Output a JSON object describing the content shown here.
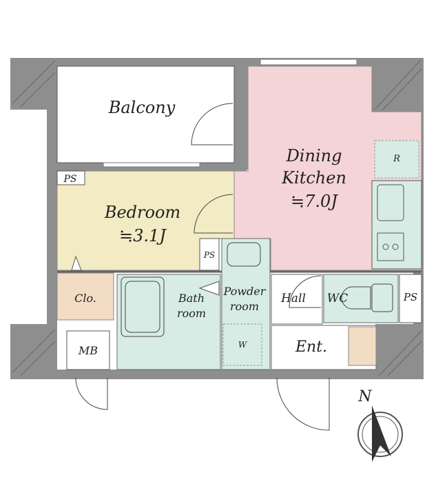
{
  "rooms": {
    "balcony": "Balcony",
    "dining_kitchen": {
      "name_line1": "Dining",
      "name_line2": "Kitchen",
      "size": "≒7.0J"
    },
    "bedroom": {
      "name": "Bedroom",
      "size": "≒3.1J"
    },
    "closet": "Clo.",
    "bath": {
      "line1": "Bath",
      "line2": "room"
    },
    "powder": {
      "line1": "Powder",
      "line2": "room"
    },
    "hall": "Hall",
    "wc": "WC",
    "entrance": "Ent.",
    "meter_box": "MB"
  },
  "fixtures": {
    "ps_bedroom": "PS",
    "ps_bath": "PS",
    "ps_wc": "PS",
    "refrigerator": "R",
    "washer": "W"
  },
  "compass": {
    "north": "N"
  },
  "colors": {
    "wall": "#8a8a8a",
    "kitchen": "#f4d4d6",
    "bedroom": "#f2ebc4",
    "wet_area": "#d7ece4",
    "closet": "#f3dcc4"
  }
}
